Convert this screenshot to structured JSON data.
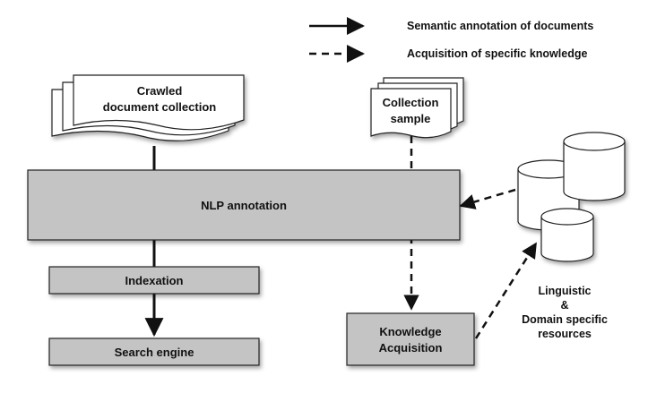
{
  "legend": {
    "solid_label": "Semantic annotation of documents",
    "dashed_label": "Acquisition of specific knowledge"
  },
  "nodes": {
    "crawled": {
      "line1": "Crawled",
      "line2": "document collection"
    },
    "sample": {
      "line1": "Collection",
      "line2": "sample"
    },
    "nlp": {
      "label": "NLP annotation"
    },
    "indexation": {
      "label": "Indexation"
    },
    "search": {
      "label": "Search engine"
    },
    "knowledge": {
      "line1": "Knowledge",
      "line2": "Acquisition"
    },
    "resources": {
      "line1": "Linguistic",
      "line2": "&",
      "line3": "Domain specific",
      "line4": "resources"
    }
  },
  "colors": {
    "box_fill": "#c4c4c4",
    "stroke": "#222222",
    "paper_fill": "#ffffff"
  }
}
